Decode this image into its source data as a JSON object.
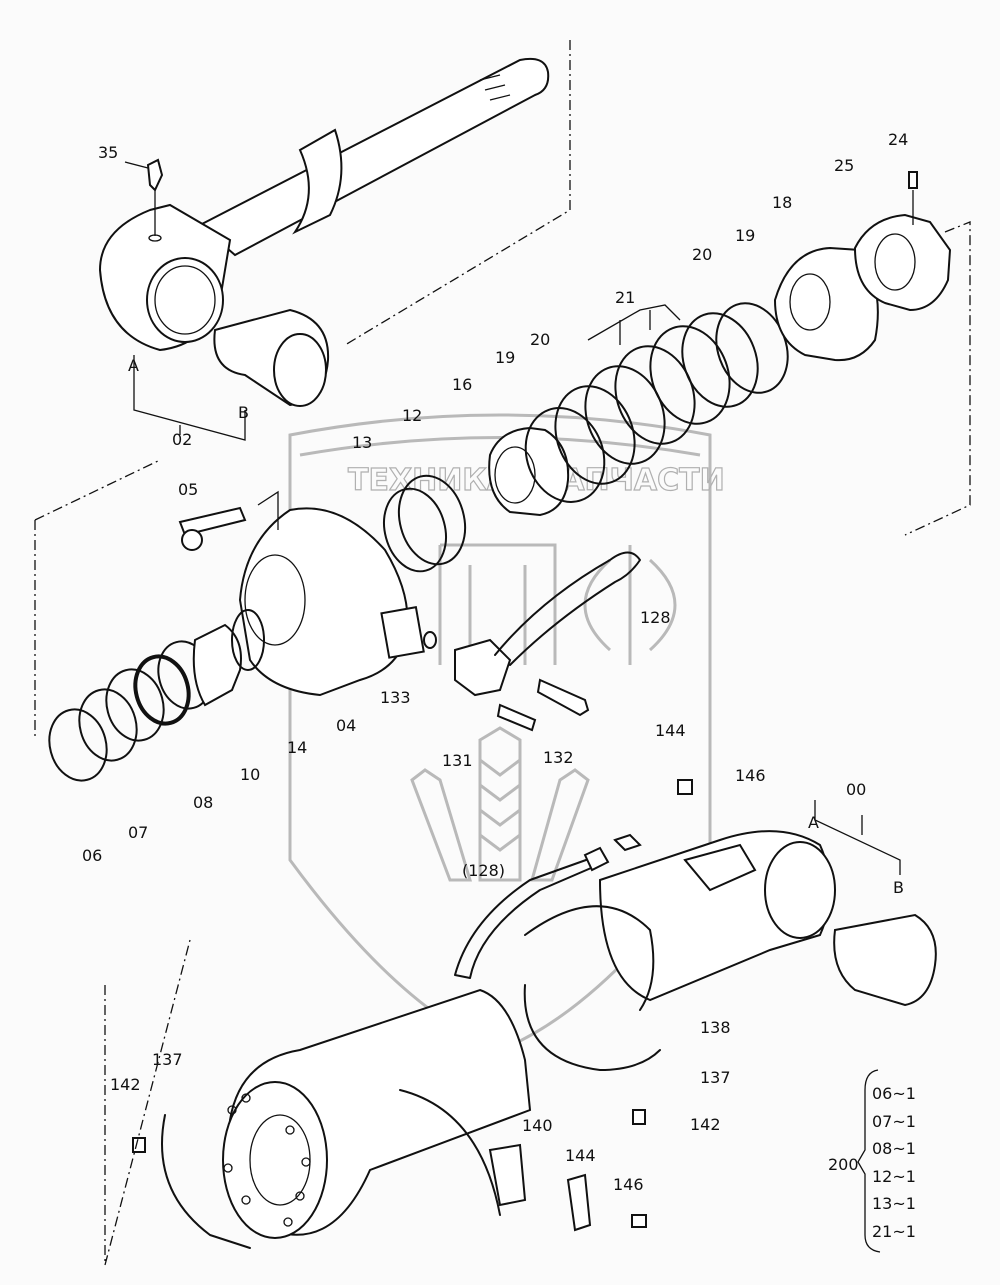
{
  "diagram": {
    "type": "exploded-parts-diagram",
    "subject": "hydraulic cylinder assembly",
    "watermark": {
      "top_left_text": "ТЕХНИКА",
      "top_right_text": "ЗАПЧАСТИ",
      "logo_letters": "ЭПФ",
      "color": "#b9b9b9"
    },
    "callouts": [
      {
        "id": "35",
        "part": "grease fitting"
      },
      {
        "id": "02",
        "part": "rod assembly"
      },
      {
        "id": "A",
        "part": "rod eye"
      },
      {
        "id": "B",
        "part": "bushing"
      },
      {
        "id": "05",
        "part": "socket head bolt"
      },
      {
        "id": "04",
        "part": "cylinder head"
      },
      {
        "id": "06",
        "part": "dust seal"
      },
      {
        "id": "07",
        "part": "rod seal set"
      },
      {
        "id": "08",
        "part": "buffer ring set"
      },
      {
        "id": "10",
        "part": "bushing"
      },
      {
        "id": "14",
        "part": "o-ring"
      },
      {
        "id": "13",
        "part": "backup ring"
      },
      {
        "id": "12",
        "part": "o-ring"
      },
      {
        "id": "16",
        "part": "cushion"
      },
      {
        "id": "19",
        "part": "slide ring"
      },
      {
        "id": "20",
        "part": "wear ring"
      },
      {
        "id": "21",
        "part": "piston seal set"
      },
      {
        "id": "18",
        "part": "piston"
      },
      {
        "id": "25",
        "part": "nut"
      },
      {
        "id": "24",
        "part": "set screw"
      },
      {
        "id": "128",
        "part": "pipe"
      },
      {
        "id": "133",
        "part": "o-ring"
      },
      {
        "id": "131",
        "part": "bolt"
      },
      {
        "id": "132",
        "part": "bolt"
      },
      {
        "id": "144",
        "part": "clamp"
      },
      {
        "id": "146",
        "part": "bolt"
      },
      {
        "id": "00",
        "part": "cylinder tube assembly"
      },
      {
        "id": "(128)",
        "part": "pipe (reference)"
      },
      {
        "id": "138",
        "part": "nut"
      },
      {
        "id": "137",
        "part": "band"
      },
      {
        "id": "142",
        "part": "bolt"
      },
      {
        "id": "140",
        "part": "bracket"
      }
    ],
    "labels": {
      "l35": "35",
      "lA1": "A",
      "lB1": "B",
      "l02": "02",
      "l05": "05",
      "l13": "13",
      "l12": "12",
      "l16": "16",
      "l19a": "19",
      "l20a": "20",
      "l21": "21",
      "l20b": "20",
      "l19b": "19",
      "l18": "18",
      "l25": "25",
      "l24": "24",
      "l128": "128",
      "l133": "133",
      "l04": "04",
      "l14": "14",
      "l10": "10",
      "l08": "08",
      "l07": "07",
      "l06": "06",
      "l131": "131",
      "l132": "132",
      "l144a": "144",
      "l146a": "146",
      "l00": "00",
      "lA2": "A",
      "lB2": "B",
      "l128ref": "(128)",
      "l138": "138",
      "l137a": "137",
      "l142a": "142",
      "l137b": "137",
      "l142b": "142",
      "l140": "140",
      "l144b": "144",
      "l146b": "146"
    },
    "kit": {
      "key": "200",
      "items": [
        "06~1",
        "07~1",
        "08~1",
        "12~1",
        "13~1",
        "21~1"
      ]
    }
  }
}
